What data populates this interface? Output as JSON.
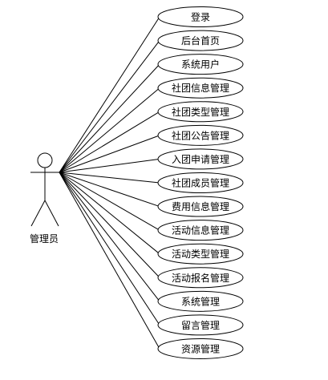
{
  "actor": {
    "label": "管理员"
  },
  "use_cases": [
    {
      "label": "登录"
    },
    {
      "label": "后台首页"
    },
    {
      "label": "系统用户"
    },
    {
      "label": "社团信息管理"
    },
    {
      "label": "社团类型管理"
    },
    {
      "label": "社团公告管理"
    },
    {
      "label": "入团申请管理"
    },
    {
      "label": "社团成员管理"
    },
    {
      "label": "费用信息管理"
    },
    {
      "label": "活动信息管理"
    },
    {
      "label": "活动类型管理"
    },
    {
      "label": "活动报名管理"
    },
    {
      "label": "系统管理"
    },
    {
      "label": "留言管理"
    },
    {
      "label": "资源管理"
    }
  ]
}
